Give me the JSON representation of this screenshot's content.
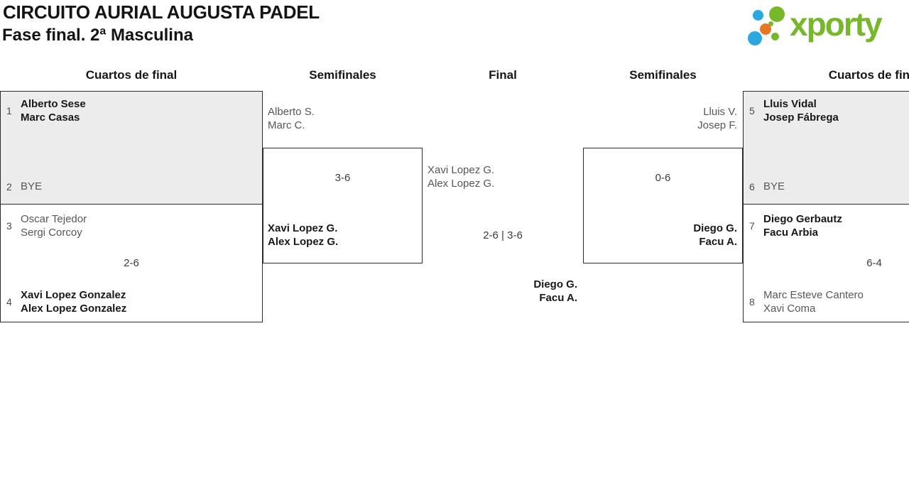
{
  "header": {
    "title": "CIRCUITO AURIAL AUGUSTA PADEL",
    "subtitle": "Fase final. 2ª Masculina"
  },
  "logo": {
    "wordmark": "xporty",
    "dot_icons": [
      "blue-dot",
      "green-dot",
      "orange-dot"
    ],
    "colors": {
      "green": "#76b82a",
      "blue": "#29a9e0",
      "orange": "#e87722"
    }
  },
  "colors": {
    "box_gray": "#ececec",
    "border": "#2b2b2b",
    "winner_text": "#181818",
    "loser_text": "#575757"
  },
  "round_headers": [
    "Cuartos de final",
    "Semifinales",
    "Final",
    "Semifinales",
    "Cuartos de final"
  ],
  "bracket": {
    "qf_left_top": {
      "seed_top": "1",
      "team_top_1": "Alberto Sese",
      "team_top_2": "Marc Casas",
      "seed_bottom": "2",
      "team_bottom_1": "BYE"
    },
    "qf_left_bottom": {
      "seed_top": "3",
      "team_top_1": "Oscar Tejedor",
      "team_top_2": "Sergi Corcoy",
      "score": "2-6",
      "seed_bottom": "4",
      "team_bottom_1": "Xavi Lopez Gonzalez",
      "team_bottom_2": "Alex Lopez Gonzalez"
    },
    "sf_left": {
      "team_top_1": "Alberto S.",
      "team_top_2": "Marc C.",
      "score": "3-6",
      "team_bottom_1": "Xavi Lopez G.",
      "team_bottom_2": "Alex Lopez G."
    },
    "final": {
      "team_top_1": "Xavi Lopez G.",
      "team_top_2": "Alex Lopez G.",
      "score": "2-6 | 3-6",
      "team_bottom_1": "Diego G.",
      "team_bottom_2": "Facu A."
    },
    "sf_right": {
      "team_top_1": "Lluis V.",
      "team_top_2": "Josep F.",
      "score": "0-6",
      "team_bottom_1": "Diego G.",
      "team_bottom_2": "Facu A."
    },
    "qf_right_top": {
      "seed_top": "5",
      "team_top_1": "Lluis Vidal",
      "team_top_2": "Josep Fábrega",
      "seed_bottom": "6",
      "team_bottom_1": "BYE"
    },
    "qf_right_bottom": {
      "seed_top": "7",
      "team_top_1": "Diego Gerbautz",
      "team_top_2": "Facu Arbia",
      "score": "6-4",
      "seed_bottom": "8",
      "team_bottom_1": "Marc Esteve Cantero",
      "team_bottom_2": "Xavi Coma"
    }
  }
}
